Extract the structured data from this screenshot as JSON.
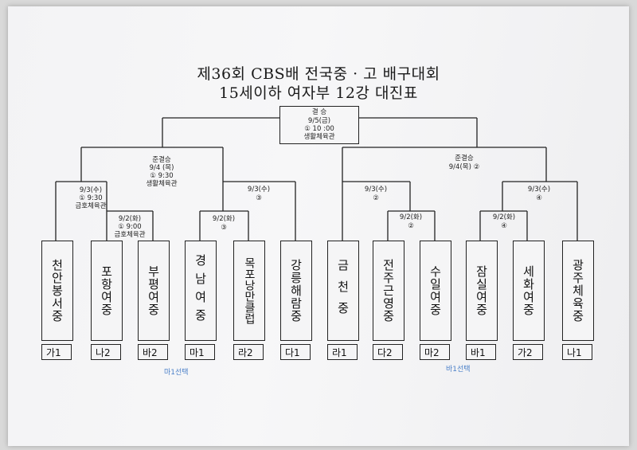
{
  "title_line1": "제36회 CBS배 전국중 · 고 배구대회",
  "title_line2": "15세이하 여자부 12강 대진표",
  "final": {
    "label": "결 승",
    "date": "9/5(금)",
    "time": "① 10 :00",
    "venue": "생활체육관"
  },
  "semis": [
    {
      "label": "준결승",
      "date": "9/4 (목)",
      "time": "① 9:30",
      "venue": "생활체육관"
    },
    {
      "label": "준결승",
      "date": "9/4(목) ②"
    }
  ],
  "quarters": [
    {
      "date": "9/3(수)",
      "time": "① 9:30",
      "venue": "금호체육관"
    },
    {
      "date": "9/3(수)",
      "time": "③"
    },
    {
      "date": "9/3(수)",
      "time": "②"
    },
    {
      "date": "9/3(수)",
      "time": "④"
    }
  ],
  "r1": [
    {
      "date": "9/2(화)",
      "time": "① 9:00",
      "venue": "금호체육관"
    },
    {
      "date": "9/2(화)",
      "time": "③"
    },
    {
      "date": "9/2(화)",
      "time": "②"
    },
    {
      "date": "9/2(화)",
      "time": "④"
    }
  ],
  "teams": [
    {
      "name": "천안봉서중",
      "code": "가1"
    },
    {
      "name": "포항여중",
      "code": "나2"
    },
    {
      "name": "부평여중",
      "code": "바2"
    },
    {
      "name": "경남여중",
      "code": "마1"
    },
    {
      "name": "목포낭만클럽",
      "code": "라2"
    },
    {
      "name": "강릉해람중",
      "code": "다1"
    },
    {
      "name": "금천중",
      "code": "라1"
    },
    {
      "name": "전주근영중",
      "code": "다2"
    },
    {
      "name": "수일여중",
      "code": "마2"
    },
    {
      "name": "잠실여중",
      "code": "바1"
    },
    {
      "name": "세화여중",
      "code": "가2"
    },
    {
      "name": "광주체육중",
      "code": "나1"
    }
  ],
  "notes": [
    "마1선택",
    "바1선택"
  ]
}
